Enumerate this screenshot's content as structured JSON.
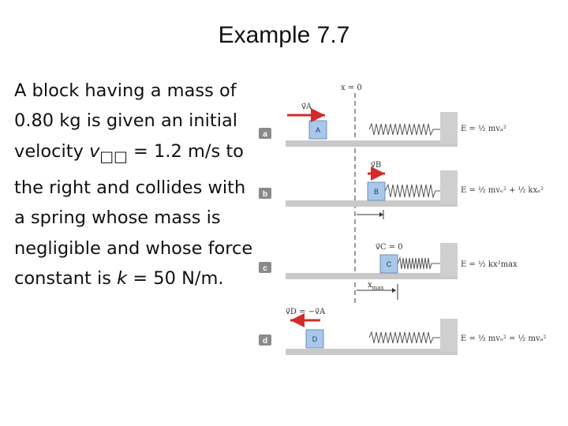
{
  "slide": {
    "title": "Example 7.7",
    "paragraph": {
      "p1": "A block having a mass of 0.80 kg is given an initial velocity ",
      "v_symbol": "v",
      "v_subscript": "□□",
      "p2": " = 1.2 m/s to the right and collides with a spring whose mass is negligible and whose force constant is ",
      "k_symbol": "k",
      "p3": " = 50 N/m."
    }
  },
  "figure": {
    "x_zero_label": "x = 0",
    "x_max_label": "x",
    "x_max_sub": "max",
    "panels": [
      {
        "tag": "a",
        "block": "A",
        "energy": "E = ½ mvₐ²"
      },
      {
        "tag": "b",
        "block": "B",
        "energy": "E = ½ mvₑ² + ½ kxₑ²"
      },
      {
        "tag": "c",
        "block": "C",
        "energy": "E = ½ kx²max"
      },
      {
        "tag": "d",
        "block": "D",
        "energy": "E = ½ mvₒ² = ½ mvₐ²"
      }
    ],
    "velocity_labels": {
      "a": "v⃗A",
      "b": "v⃗B",
      "c": "v⃗C = 0",
      "d": "v⃗D = −v⃗A"
    },
    "colors": {
      "arrow": "#d42a2a",
      "block_fill": "#a9c7e8",
      "surface": "#c9c9c9",
      "wall": "#cfcfcf",
      "tag_fill": "#8a8a8a"
    }
  }
}
